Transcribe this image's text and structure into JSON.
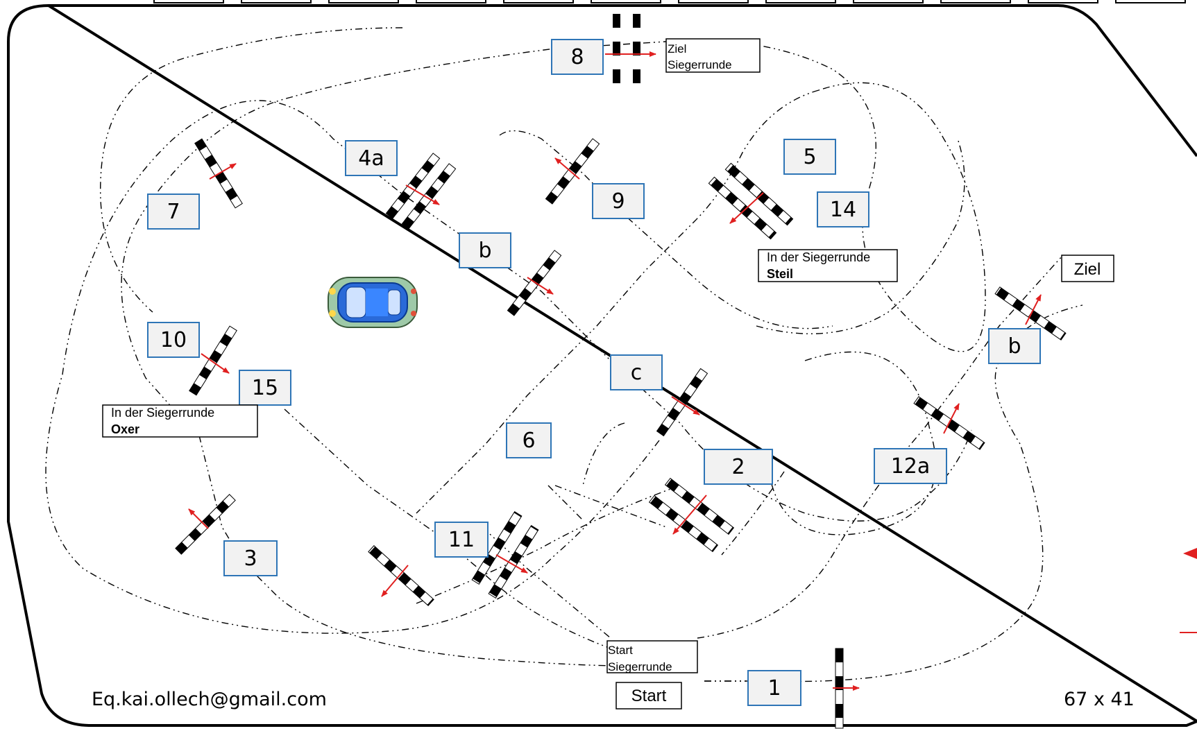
{
  "arena": {
    "footer_email": "Eq.kai.ollech@gmail.com",
    "footer_size": "67 x 41"
  },
  "labels": {
    "start": "Start",
    "ziel": "Ziel",
    "start_siegerrunde": [
      "Start",
      "Siegerrunde"
    ],
    "ziel_siegerrunde": [
      "Ziel",
      "Siegerrunde"
    ],
    "note_steil": [
      "In der Siegerrunde",
      "Steil"
    ],
    "note_oxer": [
      "In der Siegerrunde",
      "Oxer"
    ]
  },
  "obstacles": {
    "n1": "1",
    "n2": "2",
    "n3": "3",
    "n4a": "4a",
    "n4b": "b",
    "n4c": "c",
    "n5": "5",
    "n6": "6",
    "n7": "7",
    "n8": "8",
    "n9": "9",
    "n10": "10",
    "n11": "11",
    "n12a": "12a",
    "n12b": "b",
    "n14": "14",
    "n15": "15"
  },
  "colors": {
    "box_border": "#2e75b6",
    "box_fill": "#f2f2f2",
    "arrow": "#e02020",
    "fence": "#000000"
  }
}
